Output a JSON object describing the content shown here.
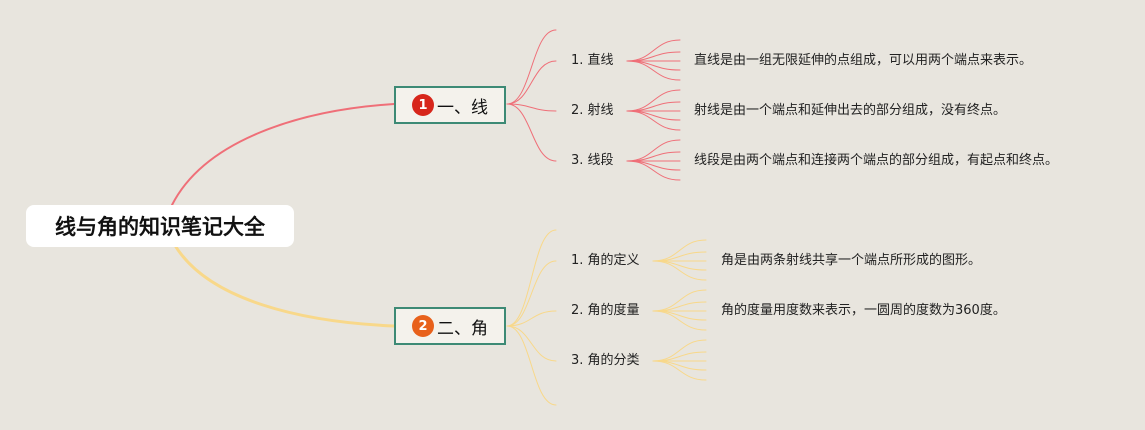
{
  "root": {
    "title": "线与角的知识笔记大全"
  },
  "branches": [
    {
      "label": "一、线",
      "badge": "1",
      "color": "#ef6f78",
      "badge_color": "#d7261b",
      "children": [
        {
          "label": "1. 直线",
          "desc": "直线是由一组无限延伸的点组成，可以用两个端点来表示。"
        },
        {
          "label": "2. 射线",
          "desc": "射线是由一个端点和延伸出去的部分组成，没有终点。"
        },
        {
          "label": "3. 线段",
          "desc": "线段是由两个端点和连接两个端点的部分组成，有起点和终点。"
        }
      ]
    },
    {
      "label": "二、角",
      "badge": "2",
      "color": "#f8d88a",
      "badge_color": "#e8611b",
      "children": [
        {
          "label": "1. 角的定义",
          "desc": "角是由两条射线共享一个端点所形成的图形。"
        },
        {
          "label": "2. 角的度量",
          "desc": "角的度量用度数来表示，一圆周的度数为360度。"
        },
        {
          "label": "3. 角的分类",
          "desc": ""
        }
      ]
    }
  ]
}
